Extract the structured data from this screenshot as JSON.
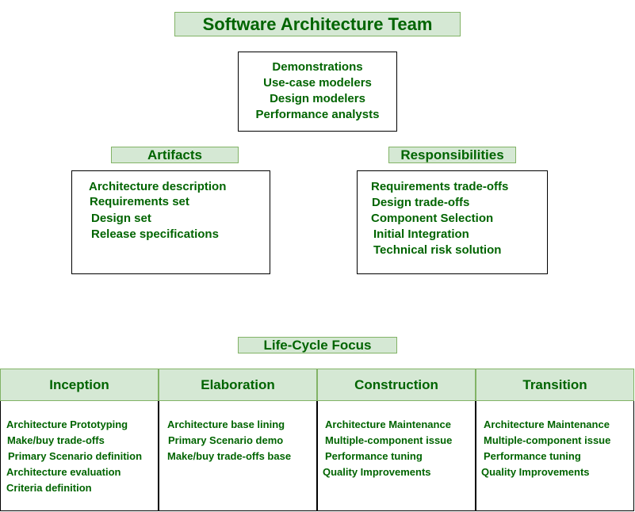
{
  "title": "Software Architecture Team",
  "team_roles": [
    "Demonstrations",
    "Use-case modelers",
    "Design modelers",
    "Performance analysts"
  ],
  "artifacts": {
    "label": "Artifacts",
    "items": [
      "Architecture description",
      "Requirements set",
      "Design set",
      "Release specifications"
    ]
  },
  "responsibilities": {
    "label": "Responsibilities",
    "items": [
      "Requirements trade-offs",
      "Design trade-offs",
      "Component Selection",
      "Initial Integration",
      "Technical risk solution"
    ]
  },
  "lifecycle": {
    "label": "Life-Cycle Focus",
    "phases": [
      {
        "name": "Inception",
        "items": [
          "Architecture Prototyping",
          "Make/buy trade-offs",
          "Primary Scenario definition",
          "Architecture evaluation",
          "Criteria definition"
        ]
      },
      {
        "name": "Elaboration",
        "items": [
          "Architecture base lining",
          "Primary Scenario demo",
          "Make/buy trade-offs base"
        ]
      },
      {
        "name": "Construction",
        "items": [
          "Architecture Maintenance",
          "Multiple-component issue",
          "Performance tuning",
          "Quality Improvements"
        ]
      },
      {
        "name": "Transition",
        "items": [
          "Architecture Maintenance",
          "Multiple-component issue",
          "Performance tuning",
          "Quality Improvements"
        ]
      }
    ]
  }
}
